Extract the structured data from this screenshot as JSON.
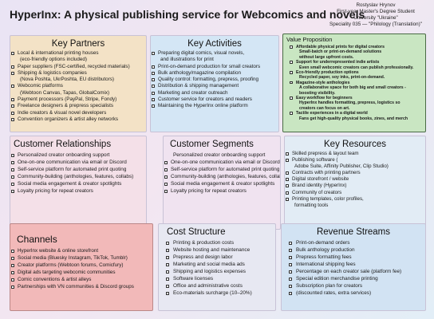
{
  "header": {
    "title": "HyperInx: A physical publishing service for Webcomics and novels",
    "author_lines": [
      "Rostyslav Hrynov",
      "First-year Master's Degree Student",
      "University \"Ukraine\"",
      "Speciality 035 — \"Philology (Translation)\""
    ]
  },
  "key_partners": {
    "title": "Key Partners",
    "items": [
      {
        "text": "Local & international printing houses",
        "bullet": true
      },
      {
        "text": "(eco-friendly options included)",
        "bullet": false
      },
      {
        "text": "Paper suppliers (FSC-certified, recycled materials)",
        "bullet": true
      },
      {
        "text": "Shipping & logistics companies",
        "bullet": true
      },
      {
        "text": "(Nova Poshta, UkrPoshta, EU distributors)",
        "bullet": false
      },
      {
        "text": "Webcomic platforms",
        "bullet": true
      },
      {
        "text": "(Webtoon Canvas, Tapas, GlobalComix)",
        "bullet": false
      },
      {
        "text": "Payment processors (PayPal, Stripe, Fondy)",
        "bullet": true
      },
      {
        "text": "Freelance designers & prepress specialists",
        "bullet": true
      },
      {
        "text": "Indie creators & visual novel developers",
        "bullet": true
      },
      {
        "text": "Convention organizers & artist alley networks",
        "bullet": true
      }
    ]
  },
  "key_activities": {
    "title": "Key Activities",
    "items": [
      {
        "text": "Preparing digital comics, visual novels,",
        "bullet": true
      },
      {
        "text": "and illustrations for print",
        "bullet": false
      },
      {
        "text": "Print-on-demand production for small creators",
        "bullet": true
      },
      {
        "text": "Bulk anthology/magazine compilation",
        "bullet": true
      },
      {
        "text": "Quality control: formatting, prepress, proofing",
        "bullet": true
      },
      {
        "text": "Distribution & shipping management",
        "bullet": true
      },
      {
        "text": "Marketing and creator outreach",
        "bullet": true
      },
      {
        "text": "Customer service for creators and readers",
        "bullet": true
      },
      {
        "text": "Maintaining the HyperInx online platform",
        "bullet": true
      }
    ]
  },
  "value_proposition": {
    "title": "Value Proposition",
    "items": [
      {
        "text": "Affordable physical prints for digital creators",
        "bullet": true
      },
      {
        "text": "Small-batch or print-on-demand solutions",
        "bullet": false
      },
      {
        "text": "without large upfront costs.",
        "bullet": false
      },
      {
        "text": "Support for underrepresented indie artists",
        "bullet": true
      },
      {
        "text": "Even small webcomic creators can publish professionally.",
        "bullet": false
      },
      {
        "text": "Eco-friendly production options",
        "bullet": true
      },
      {
        "text": "Recycled paper, soy inks, print-on-demand.",
        "bullet": false
      },
      {
        "text": "Magazine-style anthologies",
        "bullet": true
      },
      {
        "text": "A collaborative space for both big and small creators -",
        "bullet": false
      },
      {
        "text": "boosting visibility.",
        "bullet": false
      },
      {
        "text": "Easy workflow for beginners",
        "bullet": true
      },
      {
        "text": "HyperInx handles formatting, prepress, logistics so",
        "bullet": false
      },
      {
        "text": "creators can focus on art.",
        "bullet": false
      },
      {
        "text": "Tactile experiences in a digital world",
        "bullet": true
      },
      {
        "text": "Fans get high-quality physical books, zines, and merch",
        "bullet": false
      }
    ]
  },
  "customer_relationships": {
    "title": "Customer Relationships",
    "items": [
      "Personalized creator onboarding support",
      "One-on-one communication via email or Discord",
      "Self-service platform for automated print quoting",
      "Community-building (anthologies, features, collabs)",
      "Social media engagement & creator spotlights",
      "Loyalty pricing for repeat creators"
    ]
  },
  "customer_segments": {
    "title": "Customer Segments",
    "items": [
      {
        "text": "Personalized creator onboarding support",
        "bullet": false
      },
      {
        "text": "One-on-one communication via email or Discord",
        "bullet": true
      },
      {
        "text": "Self-service platform for automated print quoting",
        "bullet": true
      },
      {
        "text": "Community-building (anthologies, features, collabs)",
        "bullet": true
      },
      {
        "text": "Social media engagement & creator spotlights",
        "bullet": true
      },
      {
        "text": "Loyalty pricing for repeat creators",
        "bullet": true
      }
    ]
  },
  "key_resources": {
    "title": "Key Resources",
    "items": [
      {
        "text": "Skilled prepress & layout team",
        "bullet": true
      },
      {
        "text": "Publishing software (",
        "bullet": true
      },
      {
        "text": "Adobe Suite, Affinity Publisher, Clip Studio)",
        "bullet": false
      },
      {
        "text": "Contracts with printing partners",
        "bullet": true
      },
      {
        "text": "Digital storefront / website",
        "bullet": true
      },
      {
        "text": "Brand identity (HyperInx)",
        "bullet": true
      },
      {
        "text": "Community of creators",
        "bullet": true
      },
      {
        "text": "Printing templates, color profiles,",
        "bullet": true
      },
      {
        "text": "formatting tools",
        "bullet": false
      }
    ]
  },
  "channels": {
    "title": "Channels",
    "items": [
      "HyperInx website & online storefront",
      "Social media (Bluesky Instagram, TikTok, Tumblr)",
      "Creator platforms (Webtoon forums, Comicfury)",
      "Digital ads targeting webcomic communities",
      "Comic conventions & artist alleys",
      "Partnerships with VN communities & Discord groups"
    ]
  },
  "cost_structure": {
    "title": "Cost Structure",
    "items": [
      "Printing & production costs",
      "Website hosting and maintenance",
      "Prepress and design labor",
      "Marketing and social media ads",
      "Shipping and logistics expenses",
      "Software licenses",
      "Office and administrative costs",
      "Eco-materials surcharge (10–20%)"
    ]
  },
  "revenue_streams": {
    "title": "Revenue Streams",
    "items": [
      "Print-on-demand orders",
      "Bulk anthology production",
      "Prepress formatting fees",
      "International shipping fees",
      "Percentage on each creator sale (platform fee)",
      "Special edition merchandise printing",
      "Subscription plan for creators",
      "(discounted rates, extra services)"
    ]
  }
}
